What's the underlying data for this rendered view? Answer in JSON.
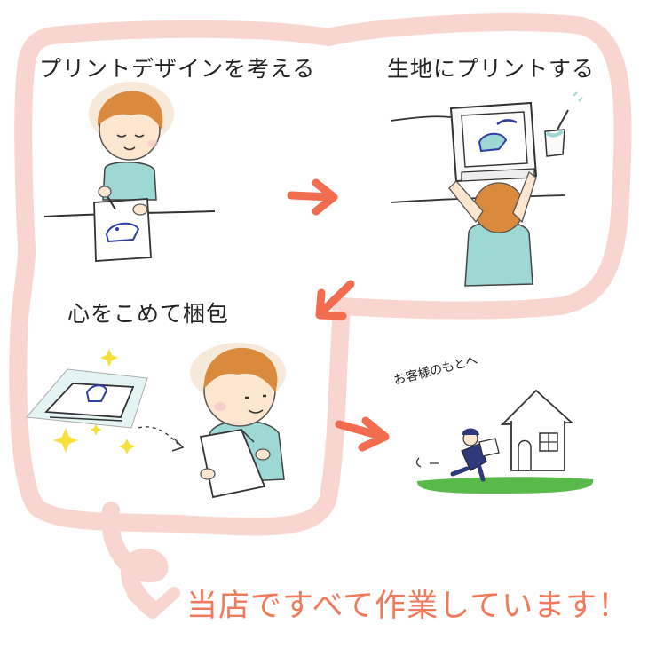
{
  "steps": {
    "design": "プリントデザインを考える",
    "print": "生地にプリントする",
    "pack": "心をこめて梱包",
    "deliver": "お客様のもとへ"
  },
  "footer": "当店ですべて作業しています！",
  "colors": {
    "loop": "#f8d6cf",
    "arrow": "#f26c4f",
    "footer_text": "#f07a5c",
    "grass": "#59b94a",
    "shirt": "#9ed8d4",
    "hair": "#d98a3d",
    "ink": "#2f3fa8"
  }
}
